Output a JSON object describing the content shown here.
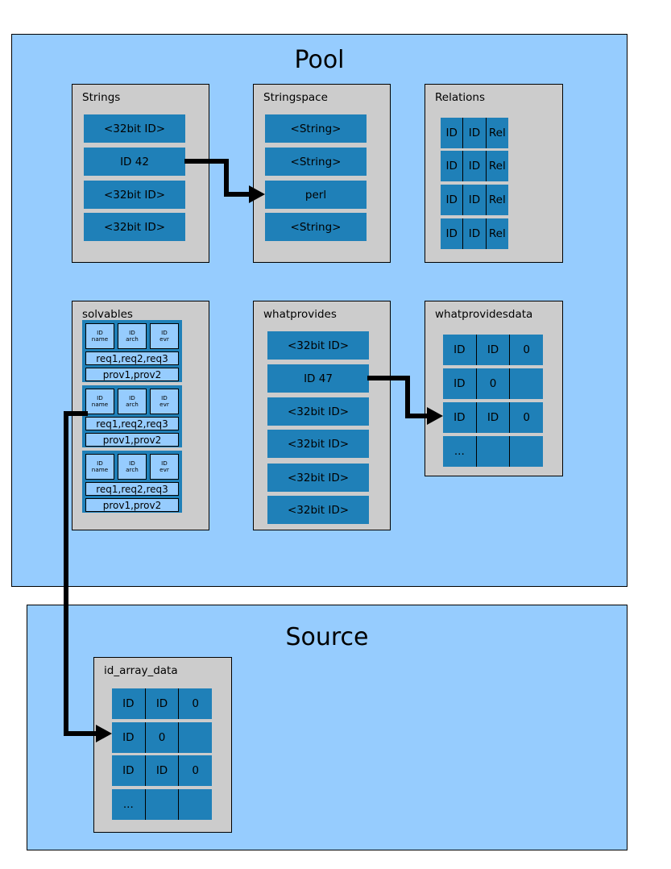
{
  "panels": [
    {
      "id": "pool",
      "title": "Pool"
    },
    {
      "id": "source",
      "title": "Source"
    }
  ],
  "colors": {
    "panel_blue": "#96ccfe",
    "cell_blue": "#1f80b8",
    "box_gray": "#cccccc",
    "outline": "#000000"
  },
  "groups": {
    "strings": {
      "title": "Strings",
      "cells": [
        "<32bit ID>",
        "ID 42",
        "<32bit ID>",
        "<32bit ID>"
      ]
    },
    "stringspace": {
      "title": "Stringspace",
      "cells": [
        "<String>",
        "<String>",
        "perl",
        "<String>"
      ]
    },
    "relations": {
      "title": "Relations",
      "rows": [
        [
          "ID",
          "ID",
          "Rel"
        ],
        [
          "ID",
          "ID",
          "Rel"
        ],
        [
          "ID",
          "ID",
          "Rel"
        ],
        [
          "ID",
          "ID",
          "Rel"
        ]
      ]
    },
    "solvables": {
      "title": "solvables",
      "blocks": [
        {
          "ids": [
            {
              "line1": "ID",
              "line2": "name"
            },
            {
              "line1": "ID",
              "line2": "arch"
            },
            {
              "line1": "ID",
              "line2": "evr"
            }
          ],
          "requires": "req1,req2,req3",
          "provides": "prov1,prov2"
        },
        {
          "ids": [
            {
              "line1": "ID",
              "line2": "name"
            },
            {
              "line1": "ID",
              "line2": "arch"
            },
            {
              "line1": "ID",
              "line2": "evr"
            }
          ],
          "requires": "req1,req2,req3",
          "provides": "prov1,prov2"
        },
        {
          "ids": [
            {
              "line1": "ID",
              "line2": "name"
            },
            {
              "line1": "ID",
              "line2": "arch"
            },
            {
              "line1": "ID",
              "line2": "evr"
            }
          ],
          "requires": "req1,req2,req3",
          "provides": "prov1,prov2"
        }
      ]
    },
    "whatprovides": {
      "title": "whatprovides",
      "cells": [
        "<32bit ID>",
        "ID 47",
        "<32bit ID>",
        "<32bit ID>",
        "<32bit ID>",
        "<32bit ID>"
      ]
    },
    "whatprovidesdata": {
      "title": "whatprovidesdata",
      "rows": [
        [
          "ID",
          "ID",
          "0"
        ],
        [
          "ID",
          "0",
          ""
        ],
        [
          "ID",
          "ID",
          "0"
        ],
        [
          "...",
          "",
          ""
        ]
      ]
    },
    "id_array_data": {
      "title": "id_array_data",
      "rows": [
        [
          "ID",
          "ID",
          "0"
        ],
        [
          "ID",
          "0",
          ""
        ],
        [
          "ID",
          "ID",
          "0"
        ],
        [
          "...",
          "",
          ""
        ]
      ]
    }
  },
  "connectors": [
    {
      "name": "strings-to-stringspace",
      "from": "Strings: ID 42",
      "to": "Stringspace: perl"
    },
    {
      "name": "whatprovides-to-whatprovidesdata",
      "from": "whatprovides: ID 47",
      "to": "whatprovidesdata: row 3"
    },
    {
      "name": "solvables-to-id-array-data",
      "from": "solvables: block 2 requires",
      "to": "id_array_data: row 2"
    }
  ]
}
